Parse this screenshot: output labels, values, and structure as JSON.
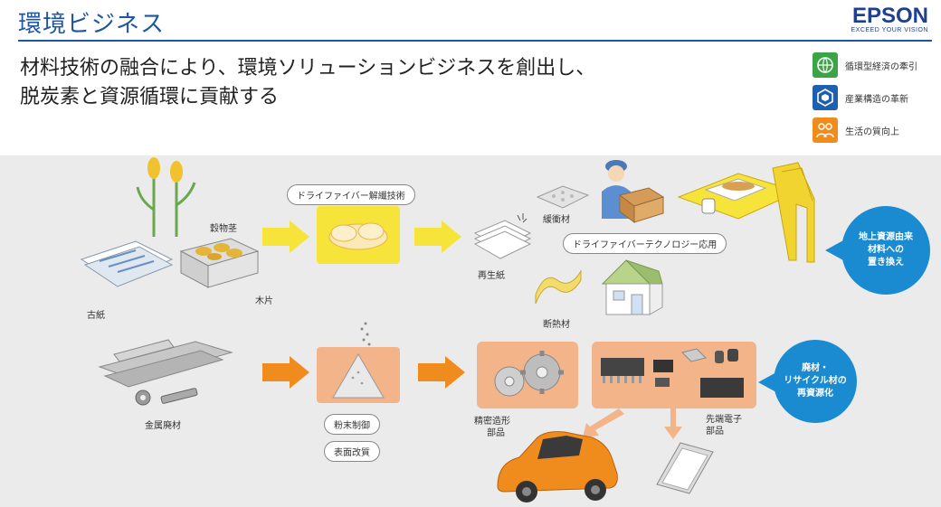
{
  "header": {
    "title": "環境ビジネス",
    "logo_main": "EPSON",
    "logo_sub": "EXCEED YOUR VISION"
  },
  "headline": {
    "line1": "材料技術の融合により、環境ソリューションビジネスを創出し、",
    "line2": "脱炭素と資源循環に貢献する"
  },
  "badges": [
    {
      "label": "循環型経済の牽引",
      "color": "#3aa447",
      "icon": "globe-icon"
    },
    {
      "label": "産業構造の革新",
      "color": "#1f5fb0",
      "icon": "hexagon-icon"
    },
    {
      "label": "生活の質向上",
      "color": "#f08c1e",
      "icon": "people-icon"
    }
  ],
  "top_flow": {
    "inputs": {
      "grain": "穀物茎",
      "paper": "古紙",
      "wood": "木片"
    },
    "process_label": "ドライファイバー解繊技術",
    "output": "再生紙",
    "tech_label": "ドライファイバーテクノロジー応用",
    "products": {
      "cushion": "緩衝材",
      "insulation": "断熱材"
    },
    "circle": {
      "line1": "地上資源由来",
      "line2": "材料への",
      "line3": "置き換え"
    }
  },
  "bottom_flow": {
    "input": "金属廃材",
    "process_labels": [
      "粉末制御",
      "表面改質"
    ],
    "out1": {
      "line1": "精密造形",
      "line2": "部品"
    },
    "out2": {
      "line1": "先端電子",
      "line2": "部品"
    },
    "circle": {
      "line1": "廃材・",
      "line2": "リサイクル材の",
      "line3": "再資源化"
    }
  },
  "colors": {
    "accent": "#1f56a3",
    "circle": "#1a8bd0",
    "yellow": "#f7e43a",
    "orange": "#f08c1e",
    "stage": "#ebebeb"
  }
}
